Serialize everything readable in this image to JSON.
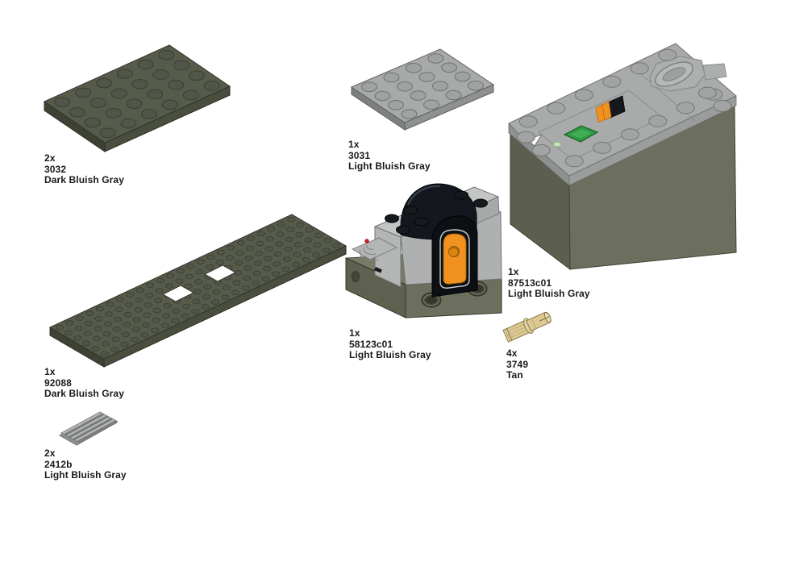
{
  "page": {
    "kind": "lego-parts-inventory",
    "background_color": "#ffffff",
    "text_color": "#1a1a1a"
  },
  "colors": {
    "dark_bluish_gray": "#575B4C",
    "light_bluish_gray": "#A8AAA9",
    "tan": "#DBC892",
    "orange_accent": "#F19120",
    "green_button": "#2E9C44",
    "black_part": "#14181E"
  },
  "parts": [
    {
      "qty": "2x",
      "part_number": "3032",
      "color_name": "Dark Bluish Gray",
      "shape": "plate-4x6"
    },
    {
      "qty": "1x",
      "part_number": "3031",
      "color_name": "Light Bluish Gray",
      "shape": "plate-4x4"
    },
    {
      "qty": "1x",
      "part_number": "87513c01",
      "color_name": "Light Bluish Gray",
      "shape": "battery-box"
    },
    {
      "qty": "1x",
      "part_number": "58123c01",
      "color_name": "Light Bluish Gray",
      "shape": "train-motor"
    },
    {
      "qty": "1x",
      "part_number": "92088",
      "color_name": "Dark Bluish Gray",
      "shape": "train-base-6x24"
    },
    {
      "qty": "4x",
      "part_number": "3749",
      "color_name": "Tan",
      "shape": "technic-axle-pin"
    },
    {
      "qty": "2x",
      "part_number": "2412b",
      "color_name": "Light Bluish Gray",
      "shape": "grille-tile-1x2"
    }
  ]
}
